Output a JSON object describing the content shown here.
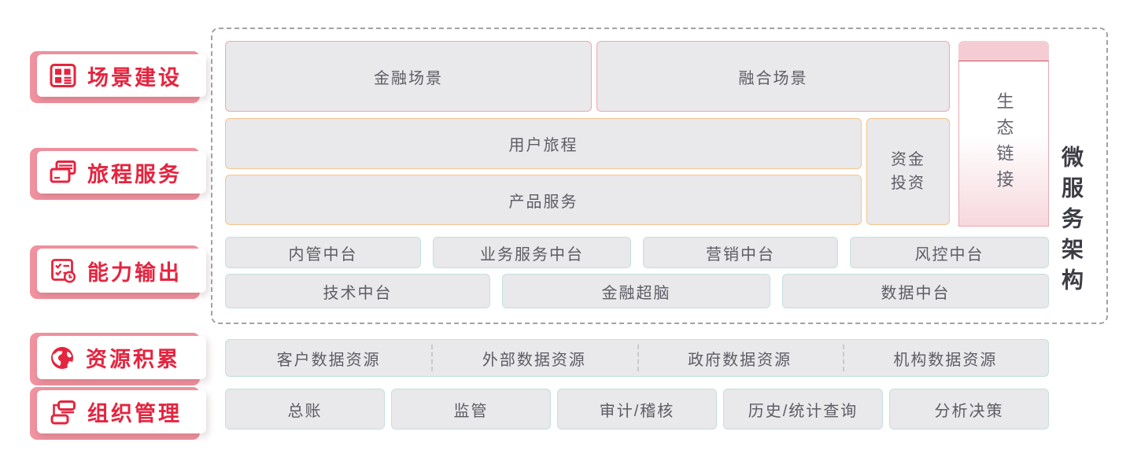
{
  "palette": {
    "accent_red": "#e5243f",
    "accent_pink": "#f0929f",
    "box_fill": "#e9e8ea",
    "border_pink": "#f1a6b0",
    "border_orange": "#f6c48d",
    "border_teal": "#c2e0dd",
    "box_text": "#5c5c64",
    "frame_text": "#3c3c45",
    "eco_cap": "#f5ccd4"
  },
  "sidebar": {
    "items": [
      {
        "label": "场景建设",
        "icon": "layout-grid-icon"
      },
      {
        "label": "旅程服务",
        "icon": "bank-cards-icon"
      },
      {
        "label": "能力输出",
        "icon": "checklist-clock-icon"
      },
      {
        "label": "资源积累",
        "icon": "globe-icon"
      },
      {
        "label": "组织管理",
        "icon": "org-flow-icon"
      }
    ]
  },
  "arch": {
    "frame_label": "微服务架构",
    "eco_label": "生态链接",
    "scenes": [
      "金融场景",
      "融合场景"
    ],
    "journey": "用户旅程",
    "product": "产品服务",
    "fund": "资金投资",
    "mid1": [
      "内管中台",
      "业务服务中台",
      "营销中台",
      "风控中台"
    ],
    "mid2": [
      "技术中台",
      "金融超脑",
      "数据中台"
    ],
    "resources": [
      "客户数据资源",
      "外部数据资源",
      "政府数据资源",
      "机构数据资源"
    ],
    "bottom": [
      "总账",
      "监管",
      "审计/稽核",
      "历史/统计查询",
      "分析决策"
    ]
  }
}
